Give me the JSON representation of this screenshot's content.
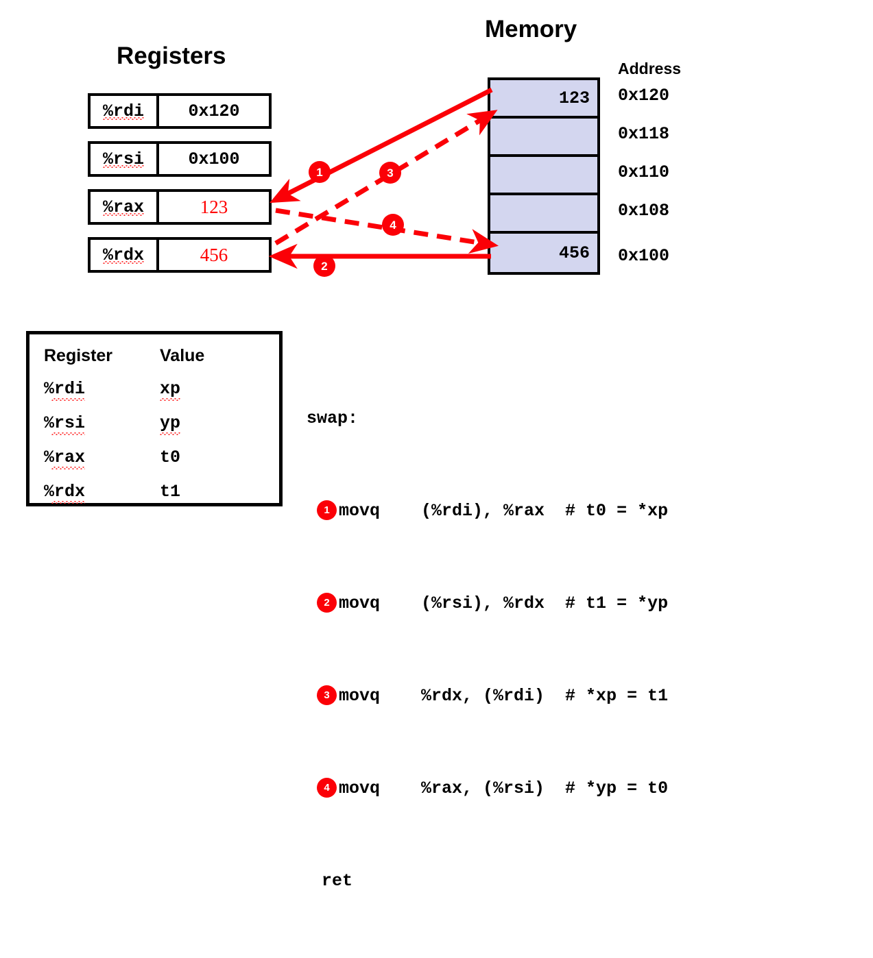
{
  "titles": {
    "registers": "Registers",
    "memory": "Memory",
    "address": "Address"
  },
  "colors": {
    "accent_red": "#fb0007",
    "value_red": "#ff0000",
    "memory_fill": "#d3d6ef",
    "border": "#000000"
  },
  "registers": [
    {
      "name": "%rdi",
      "value": "0x120",
      "value_is_red": false
    },
    {
      "name": "%rsi",
      "value": "0x100",
      "value_is_red": false
    },
    {
      "name": "%rax",
      "value": "123",
      "value_is_red": true
    },
    {
      "name": "%rdx",
      "value": "456",
      "value_is_red": true
    }
  ],
  "memory": {
    "cells": [
      {
        "address": "0x120",
        "value": "123"
      },
      {
        "address": "0x118",
        "value": ""
      },
      {
        "address": "0x110",
        "value": ""
      },
      {
        "address": "0x108",
        "value": ""
      },
      {
        "address": "0x100",
        "value": "456"
      }
    ]
  },
  "steps": [
    {
      "num": "1",
      "desc": "load-from-0x120-into-rax",
      "style": "solid"
    },
    {
      "num": "2",
      "desc": "load-from-0x100-into-rdx",
      "style": "solid"
    },
    {
      "num": "3",
      "desc": "store-rdx-into-0x120",
      "style": "dashed"
    },
    {
      "num": "4",
      "desc": "store-rax-into-0x100",
      "style": "dashed"
    }
  ],
  "register_table": {
    "headers": [
      "Register",
      "Value"
    ],
    "rows": [
      {
        "register": "%rdi",
        "value": "xp"
      },
      {
        "register": "%rsi",
        "value": "yp"
      },
      {
        "register": "%rax",
        "value": "t0"
      },
      {
        "register": "%rdx",
        "value": "t1"
      }
    ]
  },
  "code": {
    "label": "swap:",
    "lines": [
      {
        "badge": "1",
        "text": "movq    (%rdi), %rax  # t0 = *xp"
      },
      {
        "badge": "2",
        "text": "movq    (%rsi), %rdx  # t1 = *yp"
      },
      {
        "badge": "3",
        "text": "movq    %rdx, (%rdi)  # *xp = t1"
      },
      {
        "badge": "4",
        "text": "movq    %rax, (%rsi)  # *yp = t0"
      }
    ],
    "ret": "ret"
  }
}
